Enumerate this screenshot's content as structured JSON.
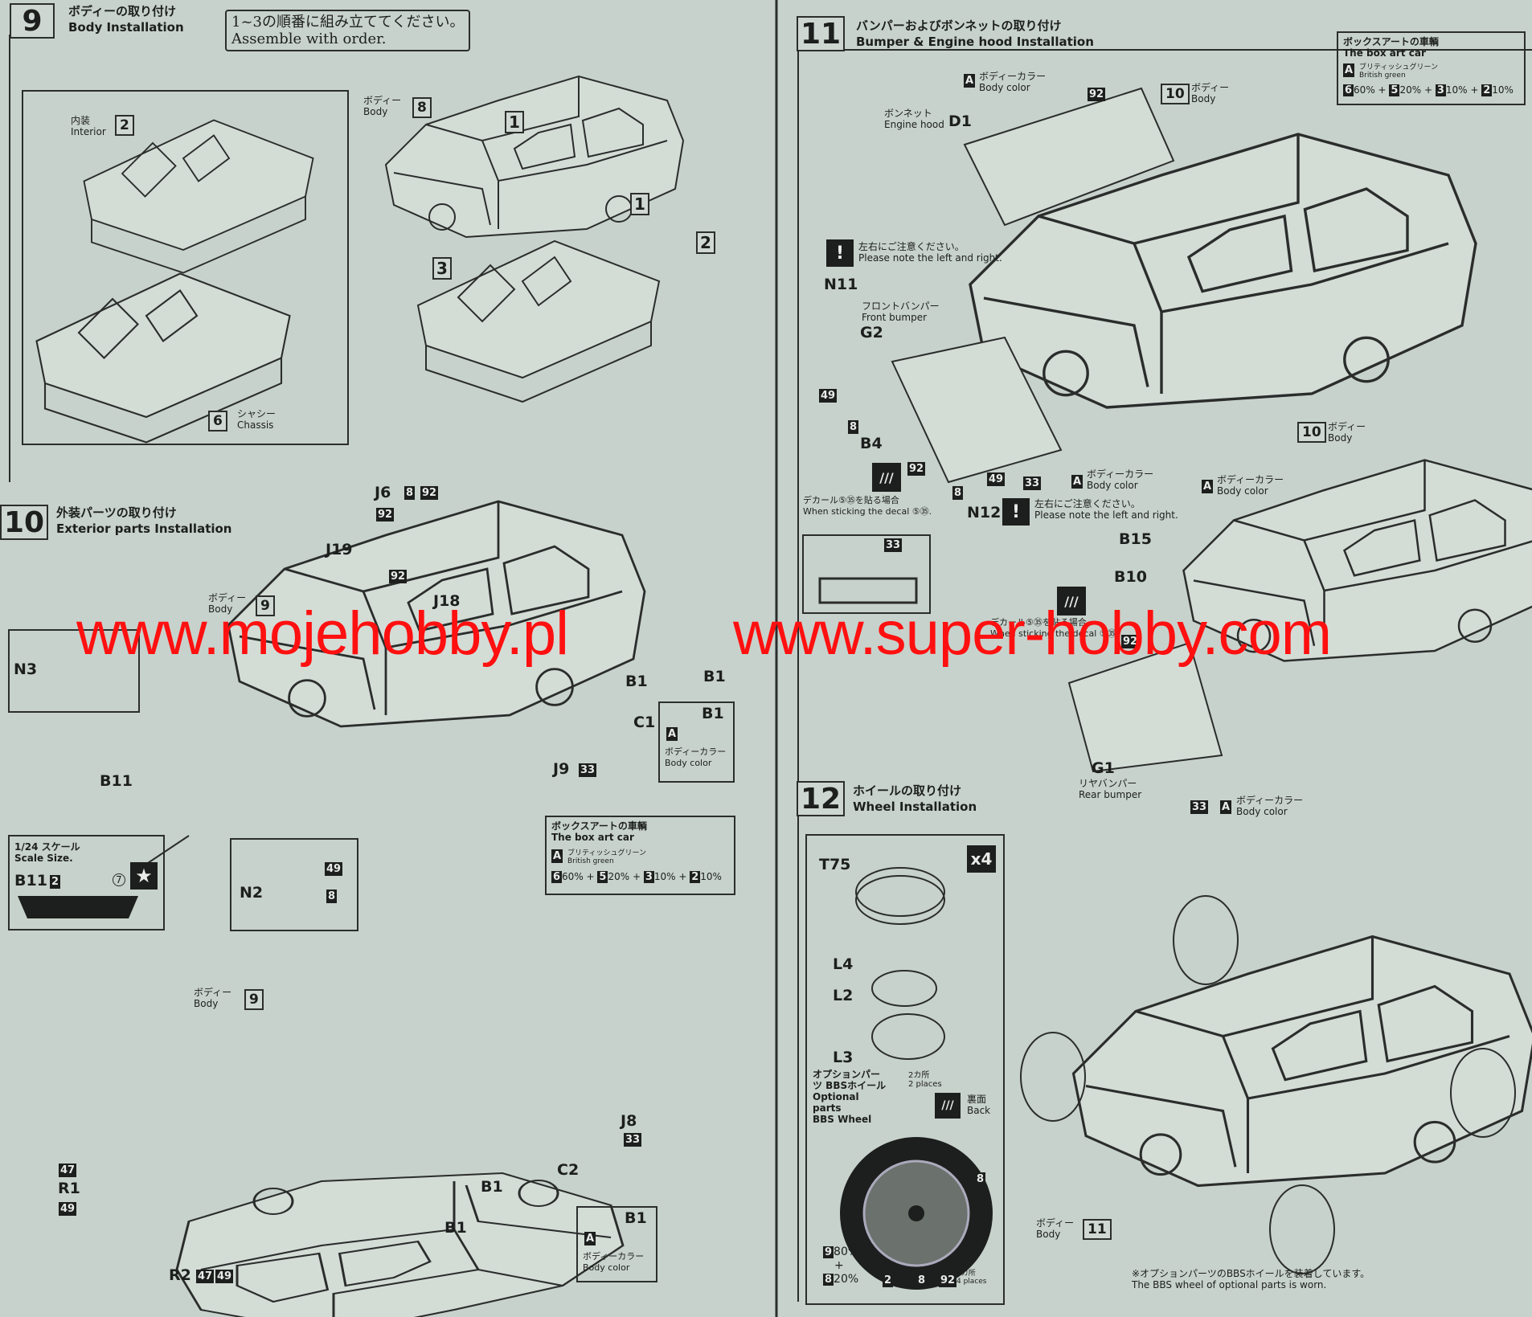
{
  "step9": {
    "number": "9",
    "title_ja": "ボディーの取り付け",
    "title_en": "Body Installation",
    "order_note_ja": "1~3の順番に組み立ててください。",
    "order_note_en": "Assemble with order.",
    "interior_ja": "内装",
    "interior_en": "Interior",
    "interior_ref": "2",
    "body_ja": "ボディー",
    "body_en": "Body",
    "body_ref": "8",
    "chassis_ja": "シャシー",
    "chassis_en": "Chassis",
    "chassis_ref": "6",
    "order_marks": [
      "1",
      "1",
      "2",
      "3"
    ]
  },
  "step10": {
    "number": "10",
    "title_ja": "外装パーツの取り付け",
    "title_en": "Exterior parts Installation",
    "parts": {
      "j6": "J6",
      "j19": "J19",
      "j18": "J18",
      "n3": "N3",
      "b11": "B11",
      "c1": "C1",
      "j9": "J9",
      "b1": "B1",
      "n2": "N2",
      "j8": "J8",
      "c2": "C2",
      "r1": "R1",
      "r2": "R2"
    },
    "paints": {
      "p8": "8",
      "p92": "92",
      "p33": "33",
      "p49": "49",
      "p47": "47"
    },
    "body_ja": "ボディー",
    "body_en": "Body",
    "body_ref": "9",
    "color_ja": "ボディーカラー",
    "color_en": "Body color",
    "color_code": "A",
    "scale_ja": "1/24 スケール",
    "scale_en": "Scale Size.",
    "scale_paint": "2",
    "decal_no": "7",
    "box_art": {
      "title_ja": "ボックスアートの車輌",
      "title_en": "The box art car",
      "code": "A",
      "color_ja": "ブリティッシュグリーン",
      "color_en": "British green",
      "mix": [
        {
          "paint": "6",
          "pct": "60%"
        },
        {
          "paint": "5",
          "pct": "20%"
        },
        {
          "paint": "3",
          "pct": "10%"
        },
        {
          "paint": "2",
          "pct": "10%"
        }
      ]
    }
  },
  "step11": {
    "number": "11",
    "title_ja": "バンパーおよびボンネットの取り付け",
    "title_en": "Bumper & Engine hood Installation",
    "hood_ja": "ボンネット",
    "hood_en": "Engine hood",
    "hood_part": "D1",
    "body_ja": "ボディー",
    "body_en": "Body",
    "body_ref": "10",
    "color_ja": "ボディーカラー",
    "color_en": "Body color",
    "color_code": "A",
    "caution_ja": "左右にご注意ください。",
    "caution_en": "Please note the left and right.",
    "front_bumper_ja": "フロントバンパー",
    "front_bumper_en": "Front bumper",
    "rear_bumper_ja": "リヤバンパー",
    "rear_bumper_en": "Rear bumper",
    "decal_note_ja": "デカール⑤㉟を貼る場合",
    "decal_note_en": "When sticking the decal ⑤㉟.",
    "parts": {
      "n11": "N11",
      "g2": "G2",
      "b4": "B4",
      "n12": "N12",
      "b15": "B15",
      "b10": "B10",
      "g1": "G1"
    },
    "paints": {
      "p92": "92",
      "p49": "49",
      "p8": "8",
      "p33": "33"
    },
    "box_art": {
      "title_ja": "ボックスアートの車輌",
      "title_en": "The box art car",
      "code": "A",
      "color_ja": "ブリティッシュグリーン",
      "color_en": "British green",
      "mix": [
        {
          "paint": "6",
          "pct": "60%"
        },
        {
          "paint": "5",
          "pct": "20%"
        },
        {
          "paint": "3",
          "pct": "10%"
        },
        {
          "paint": "2",
          "pct": "10%"
        }
      ]
    }
  },
  "step12": {
    "number": "12",
    "title_ja": "ホイールの取り付け",
    "title_en": "Wheel Installation",
    "qty": "x4",
    "parts": {
      "t75": "T75",
      "l4": "L4",
      "l2": "L2",
      "l3": "L3"
    },
    "option_ja": "オプションパーツ BBSホイール",
    "option_en1": "Optional parts",
    "option_en2": "BBS Wheel",
    "places2_ja": "2カ所",
    "places2_en": "2 places",
    "back_ja": "裏面",
    "back_en": "Back",
    "tire_paint": "8",
    "mix_a": "9",
    "mix_a_pct": "80%",
    "plus": "+",
    "mix_b": "8",
    "mix_b_pct": "20%",
    "rim_paint": "2",
    "disc_paint": "8",
    "nut_paint": "92",
    "places4_ja": "4カ所",
    "places4_en": "4 places",
    "body_ja": "ボディー",
    "body_en": "Body",
    "body_ref": "11",
    "footnote_ja": "※オプションパーツのBBSホイールを装着しています。",
    "footnote_en": "The BBS wheel of optional parts is worn."
  },
  "watermark": {
    "left": "www.mojehobby.pl",
    "right": "www.super-hobby.com"
  }
}
